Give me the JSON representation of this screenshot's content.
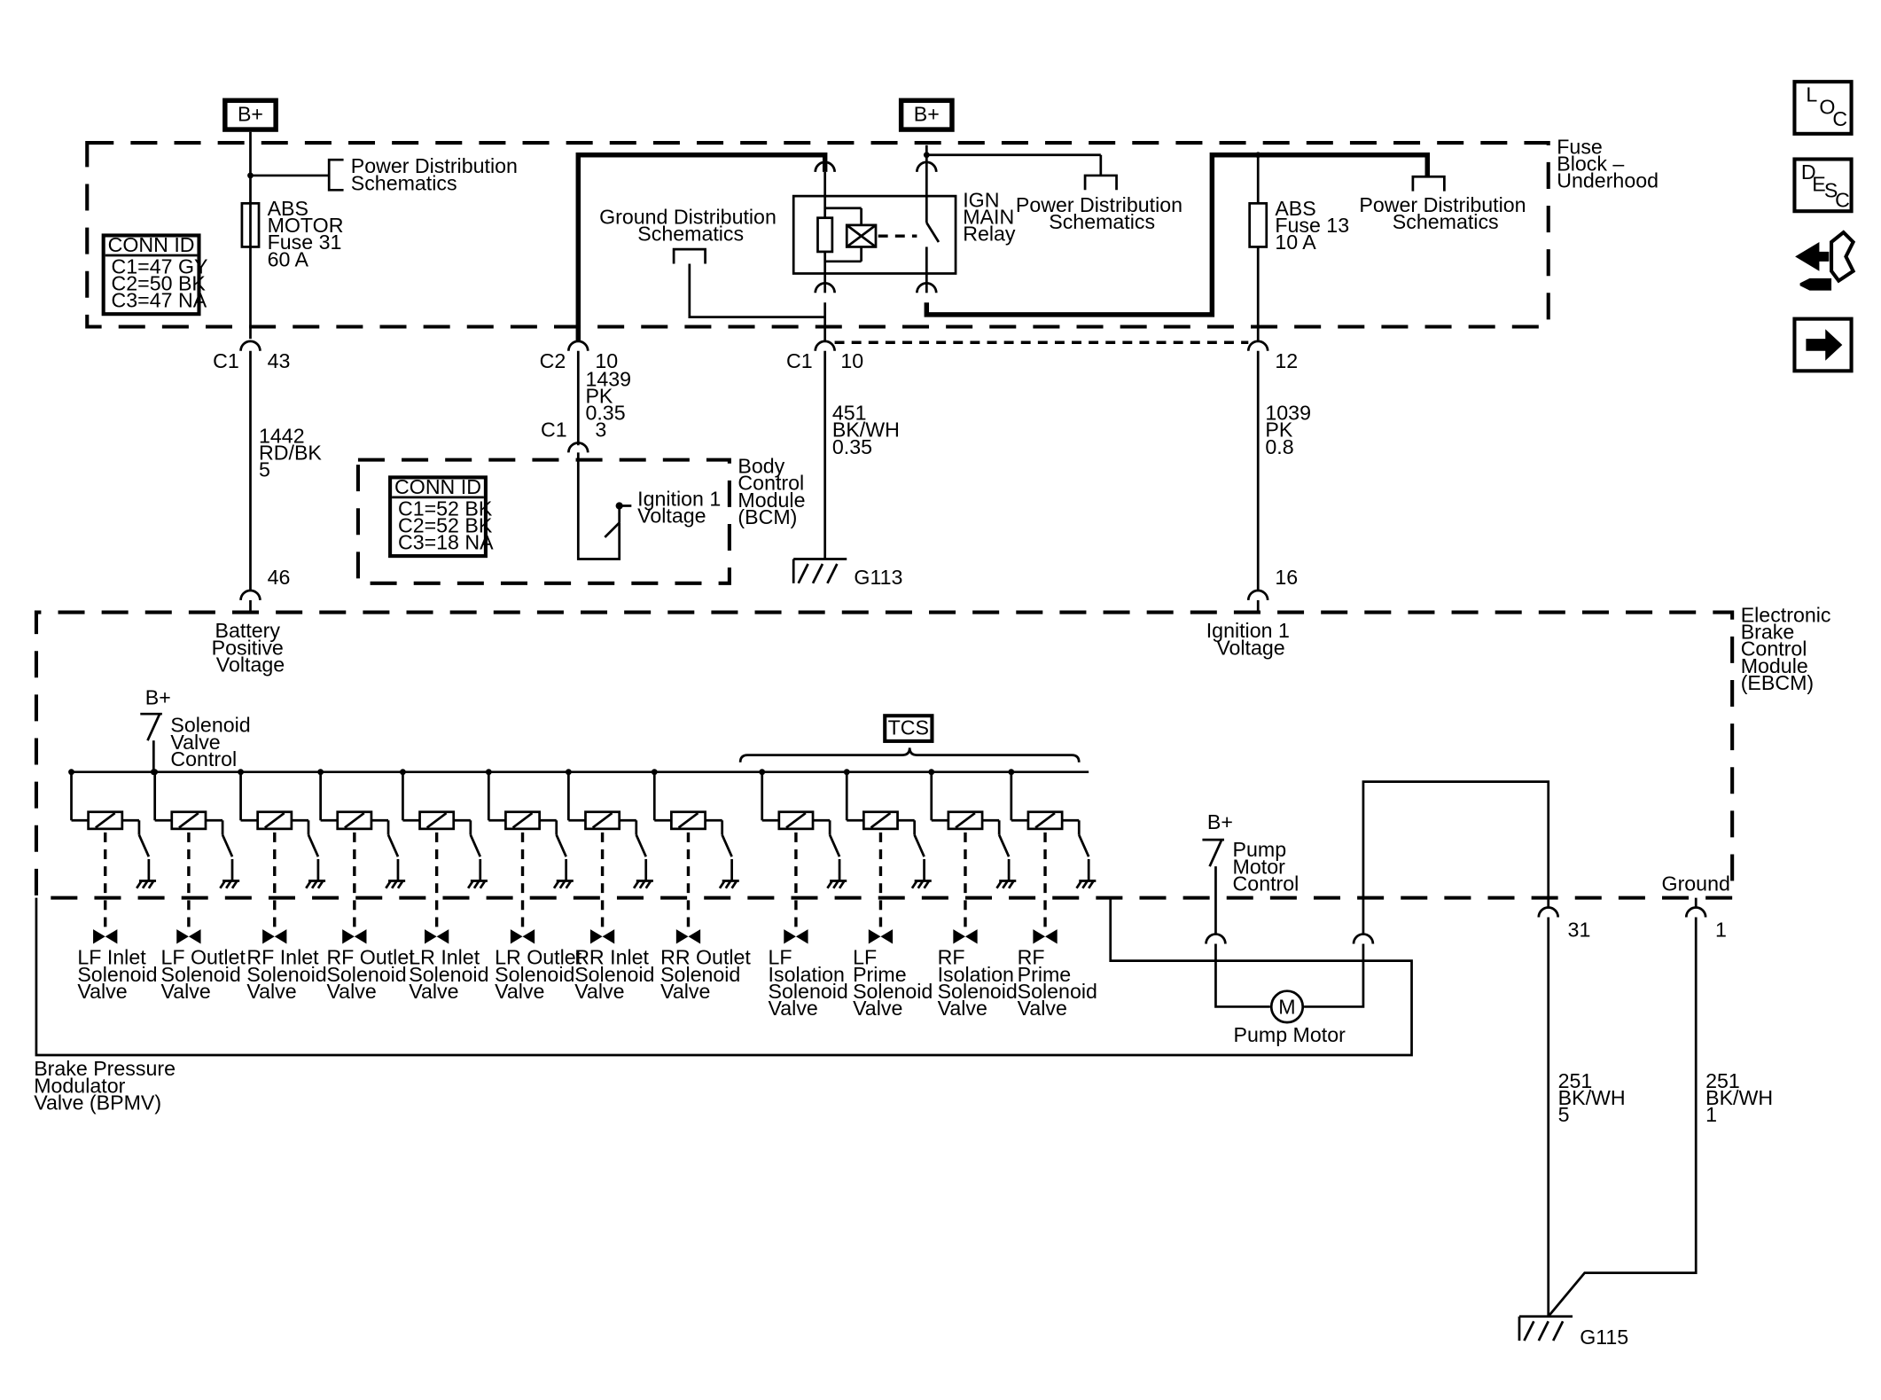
{
  "battery_labels": [
    "B+",
    "B+"
  ],
  "fuse_block": {
    "title": [
      "Fuse",
      "Block –",
      "Underhood"
    ],
    "power_dist_1": [
      "Power Distribution",
      "Schematics"
    ],
    "power_dist_2": [
      "Power Distribution",
      "Schematics"
    ],
    "power_dist_3": [
      "Power Distribution",
      "Schematics"
    ],
    "ground_dist": [
      "Ground Distribution",
      "Schematics"
    ],
    "abs_motor_fuse": [
      "ABS",
      "MOTOR",
      "Fuse 31",
      "60 A"
    ],
    "abs_fuse": [
      "ABS",
      "Fuse 13",
      "10 A"
    ],
    "relay": [
      "IGN",
      "MAIN",
      "Relay"
    ],
    "conn_id_title": "CONN ID",
    "conn_ids": [
      "C1=47 GY",
      "C2=50 BK",
      "C3=47 NA"
    ]
  },
  "connectors": {
    "c1_43": [
      "C1",
      "43"
    ],
    "c2_10": [
      "C2",
      "10"
    ],
    "c1_3": [
      "C1",
      "3"
    ],
    "c1_10": [
      "C1",
      "10"
    ],
    "c_12": "12",
    "pin_46": "46",
    "pin_16": "16",
    "pin_31": "31",
    "pin_1": "1"
  },
  "wires": {
    "w1442": [
      "1442",
      "RD/BK",
      "5"
    ],
    "w1439": [
      "1439",
      "PK",
      "0.35"
    ],
    "w451": [
      "451",
      "BK/WH",
      "0.35"
    ],
    "w1039": [
      "1039",
      "PK",
      "0.8"
    ],
    "w251a": [
      "251",
      "BK/WH",
      "5"
    ],
    "w251b": [
      "251",
      "BK/WH",
      "1"
    ]
  },
  "bcm": {
    "title": [
      "Body",
      "Control",
      "Module",
      "(BCM)"
    ],
    "ign_voltage": [
      "Ignition 1",
      "Voltage"
    ],
    "conn_id_title": "CONN ID",
    "conn_ids": [
      "C1=52 BK",
      "C2=52 BK",
      "C3=18 NA"
    ]
  },
  "grounds": [
    "G113",
    "G115"
  ],
  "ebcm": {
    "title": [
      "Electronic",
      "Brake",
      "Control",
      "Module",
      "(EBCM)"
    ],
    "battery_voltage": [
      "Battery",
      "Positive",
      "Voltage"
    ],
    "ignition_voltage": [
      "Ignition 1",
      "Voltage"
    ],
    "solenoid_b": "B+",
    "solenoid_control": [
      "Solenoid",
      "Valve",
      "Control"
    ],
    "tcs": "TCS",
    "pump_b": "B+",
    "pump_control": [
      "Pump",
      "Motor",
      "Control"
    ],
    "ground": "Ground"
  },
  "bpmv": {
    "title": [
      "Brake Pressure",
      "Modulator",
      "Valve (BPMV)"
    ],
    "valves": [
      [
        "LF Inlet",
        "Solenoid",
        "Valve"
      ],
      [
        "LF Outlet",
        "Solenoid",
        "Valve"
      ],
      [
        "RF Inlet",
        "Solenoid",
        "Valve"
      ],
      [
        "RF Outlet",
        "Solenoid",
        "Valve"
      ],
      [
        "LR Inlet",
        "Solenoid",
        "Valve"
      ],
      [
        "LR Outlet",
        "Solenoid",
        "Valve"
      ],
      [
        "RR Inlet",
        "Solenoid",
        "Valve"
      ],
      [
        "RR Outlet",
        "Solenoid",
        "Valve"
      ],
      [
        "LF",
        "Isolation",
        "Solenoid",
        "Valve"
      ],
      [
        "LF",
        "Prime",
        "Solenoid",
        "Valve"
      ],
      [
        "RF",
        "Isolation",
        "Solenoid",
        "Valve"
      ],
      [
        "RF",
        "Prime",
        "Solenoid",
        "Valve"
      ]
    ],
    "pump_motor": "Pump Motor",
    "motor_symbol": "M"
  },
  "nav": {
    "loc": [
      "L",
      "O",
      "C"
    ],
    "desc": [
      "D",
      "E",
      "S",
      "C"
    ],
    "connector_icon": "connector-icon",
    "next_icon": "arrow-right-icon"
  }
}
